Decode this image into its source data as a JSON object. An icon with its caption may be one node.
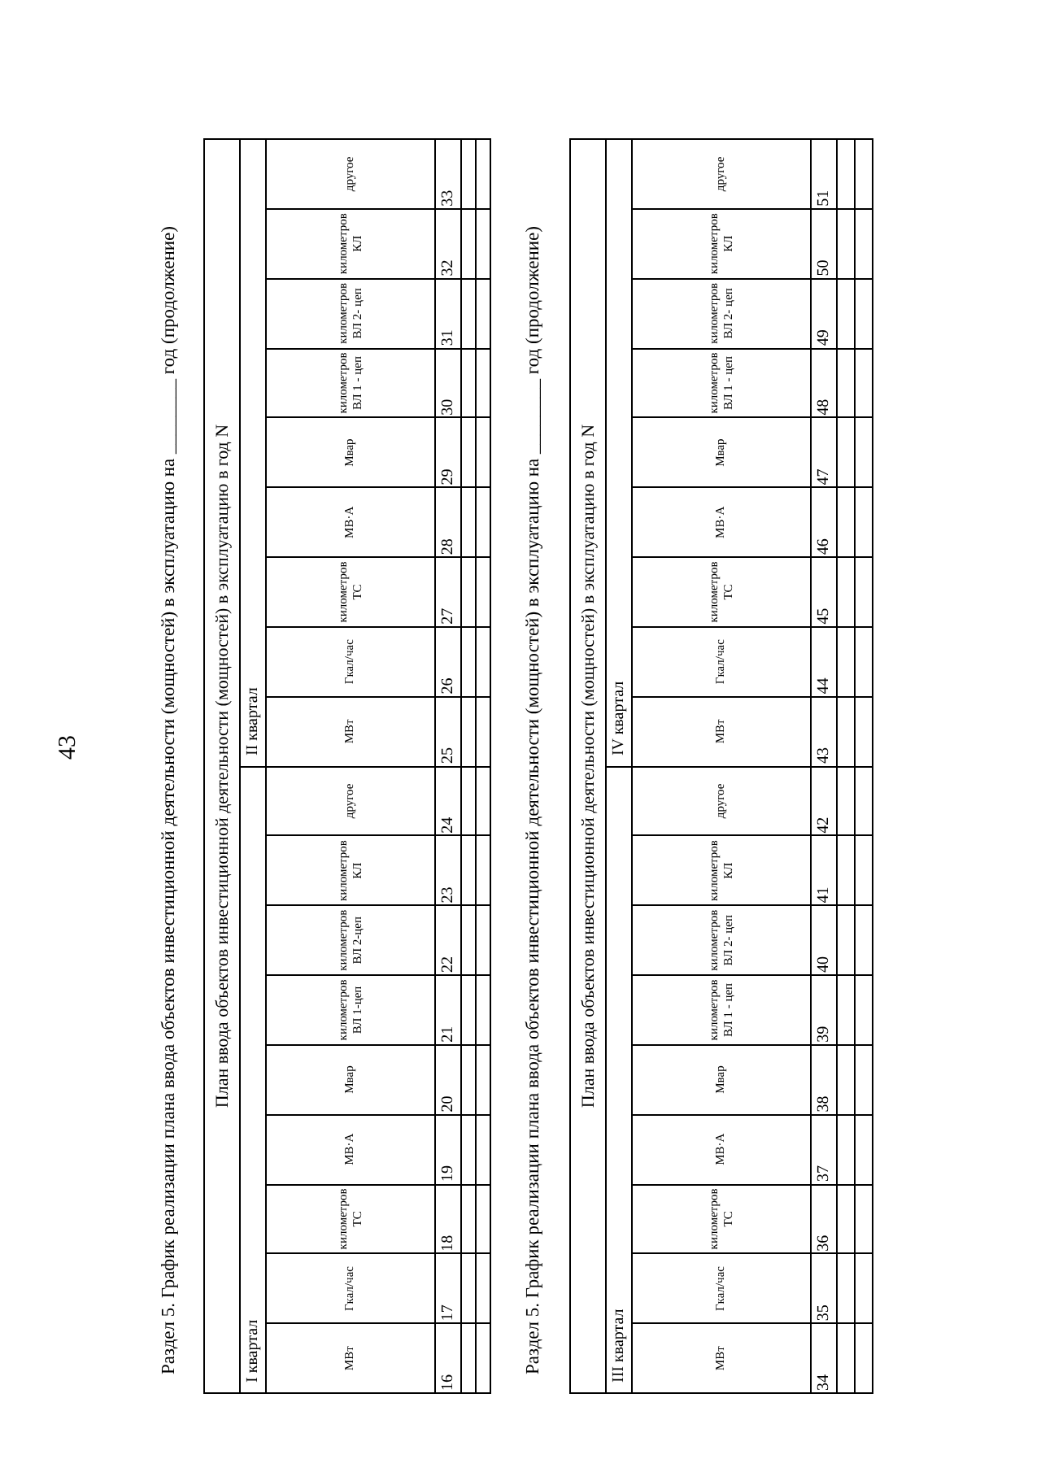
{
  "diagram": {
    "labels": [
      "43",
      "Раздел 5. График реализации плана ввода объектов инвестиционной деятельности (мощностей) в эксплуатацию на ________ год (продолжение)",
      "План ввода объектов инвестиционной деятельности (мощностей) в эксплуатацию в год N",
      "I квартал",
      "II квартал",
      "МВт",
      "Гкал/час",
      "километров ТС",
      "МВ·А",
      "Мвар",
      "километров ВЛ 1-цеп",
      "километров ВЛ 2-цеп",
      "километров КЛ",
      "другое",
      "МВт",
      "Гкал/час",
      "километров ТС",
      "МВ·А",
      "Мвар",
      "километров ВЛ 1 - цеп",
      "километров ВЛ 2- цеп",
      "километров КЛ",
      "другое",
      "16",
      "17",
      "18",
      "19",
      "20",
      "21",
      "22",
      "23",
      "24",
      "25",
      "26",
      "27",
      "28",
      "29",
      "30",
      "31",
      "32",
      "33",
      "Раздел 5. График реализации плана ввода объектов инвестиционной деятельности (мощностей) в эксплуатацию на ________ год (продолжение)",
      "План ввода объектов инвестиционной деятельности (мощностей) в эксплуатацию в год N",
      "III квартал",
      "IV квартал",
      "МВт",
      "Гкал/час",
      "километров ТС",
      "МВ·А",
      "Мвар",
      "километров ВЛ 1 - цеп",
      "километров ВЛ 2- цеп",
      "километров КЛ",
      "другое",
      "МВт",
      "Гкал/час",
      "километров ТС",
      "МВ·А",
      "Мвар",
      "километров ВЛ 1 - цеп",
      "километров ВЛ 2- цеп",
      "километров КЛ",
      "другое",
      "34",
      "35",
      "36",
      "37",
      "38",
      "39",
      "40",
      "41",
      "42",
      "43",
      "44",
      "45",
      "46",
      "47",
      "48",
      "49",
      "50",
      "51"
    ]
  }
}
